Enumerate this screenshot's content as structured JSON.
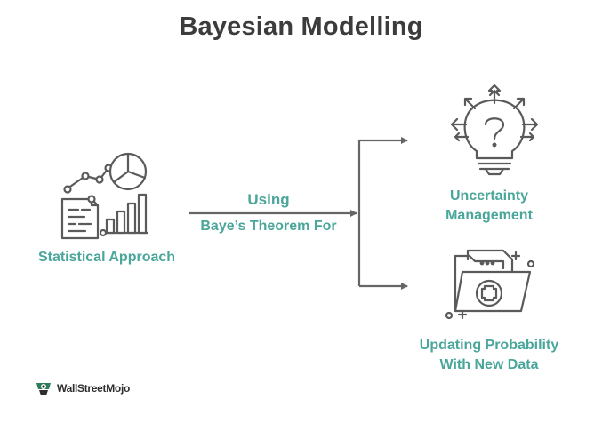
{
  "title": "Bayesian Modelling",
  "nodes": {
    "source": {
      "label": "Statistical Approach",
      "icon": "report-analytics-icon"
    },
    "connector": {
      "line1": "Using",
      "line2": "Baye’s Theorem For"
    },
    "target1": {
      "line1": "Uncertainty",
      "line2": "Management",
      "icon": "question-lightbulb-icon"
    },
    "target2": {
      "line1": "Updating Probability",
      "line2": "With New Data",
      "icon": "medical-folder-icon"
    }
  },
  "logo": {
    "text": "WallStreetMojo",
    "icon": "wallstreetmojo-logo-icon"
  },
  "colors": {
    "accent": "#4aa69a",
    "line": "#666666",
    "title": "#3c3c3c"
  }
}
